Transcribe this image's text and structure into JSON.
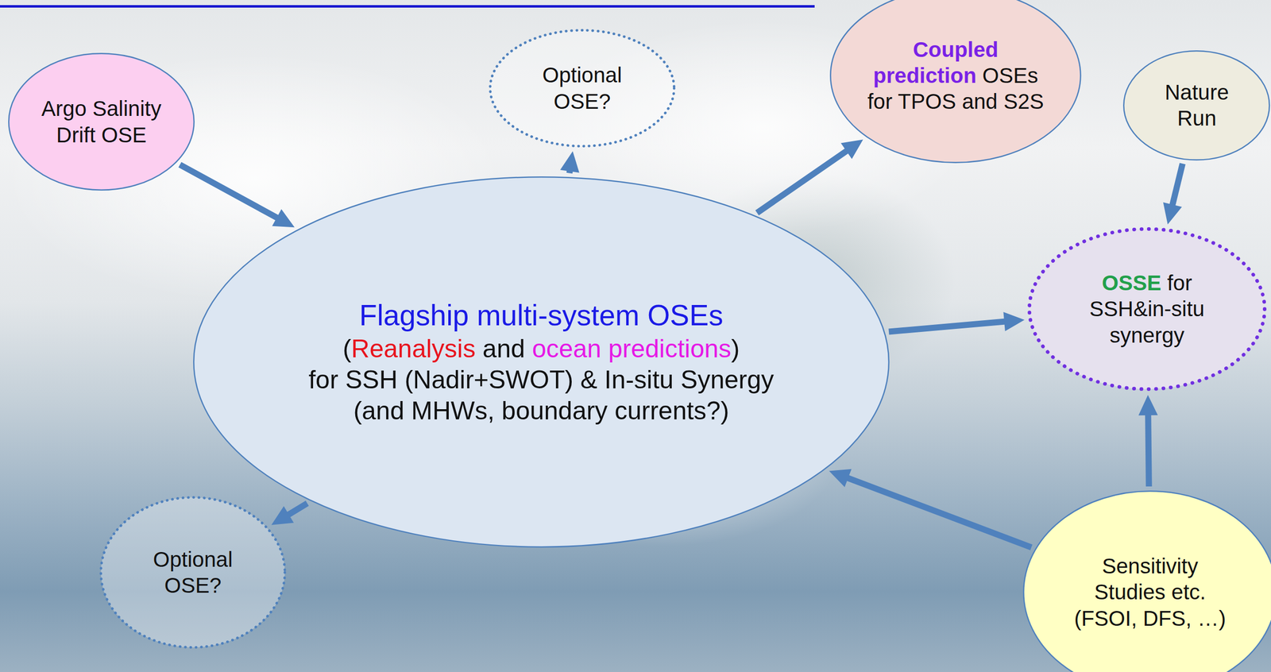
{
  "diagram": {
    "nodes": [
      {
        "text": [
          "Argo Salinity Drift OSE"
        ]
      },
      {
        "text": [
          "Optional OSE?"
        ]
      },
      {
        "text": [
          "Coupled prediction",
          "OSEs for TPOS and S2S"
        ]
      },
      {
        "text": [
          "Nature Run"
        ]
      },
      {
        "text": [
          "Flagship multi-system OSEs",
          "(",
          "Reanalysis",
          "and",
          "ocean predictions",
          ")",
          "for SSH (Nadir+SWOT) & In-situ Synergy",
          "(and MHWs, boundary currents?)"
        ]
      },
      {
        "text": [
          "OSSE",
          "for SSH&in-situ synergy"
        ]
      },
      {
        "text": [
          "Optional OSE?"
        ]
      },
      {
        "text": [
          "Sensitivity Studies etc. (FSOI, DFS, …)"
        ]
      }
    ],
    "edges": [
      {
        "from": 0,
        "to": 4,
        "arrow": "to"
      },
      {
        "from": 4,
        "to": 1,
        "arrow": "to"
      },
      {
        "from": 4,
        "to": 2,
        "arrow": "to"
      },
      {
        "from": 3,
        "to": 5,
        "arrow": "to"
      },
      {
        "from": 4,
        "to": 5,
        "arrow": "to"
      },
      {
        "from": 4,
        "to": 6,
        "arrow": "to"
      },
      {
        "from": 7,
        "to": 4,
        "arrow": "to"
      },
      {
        "from": 7,
        "to": 5,
        "arrow": "to"
      }
    ]
  }
}
